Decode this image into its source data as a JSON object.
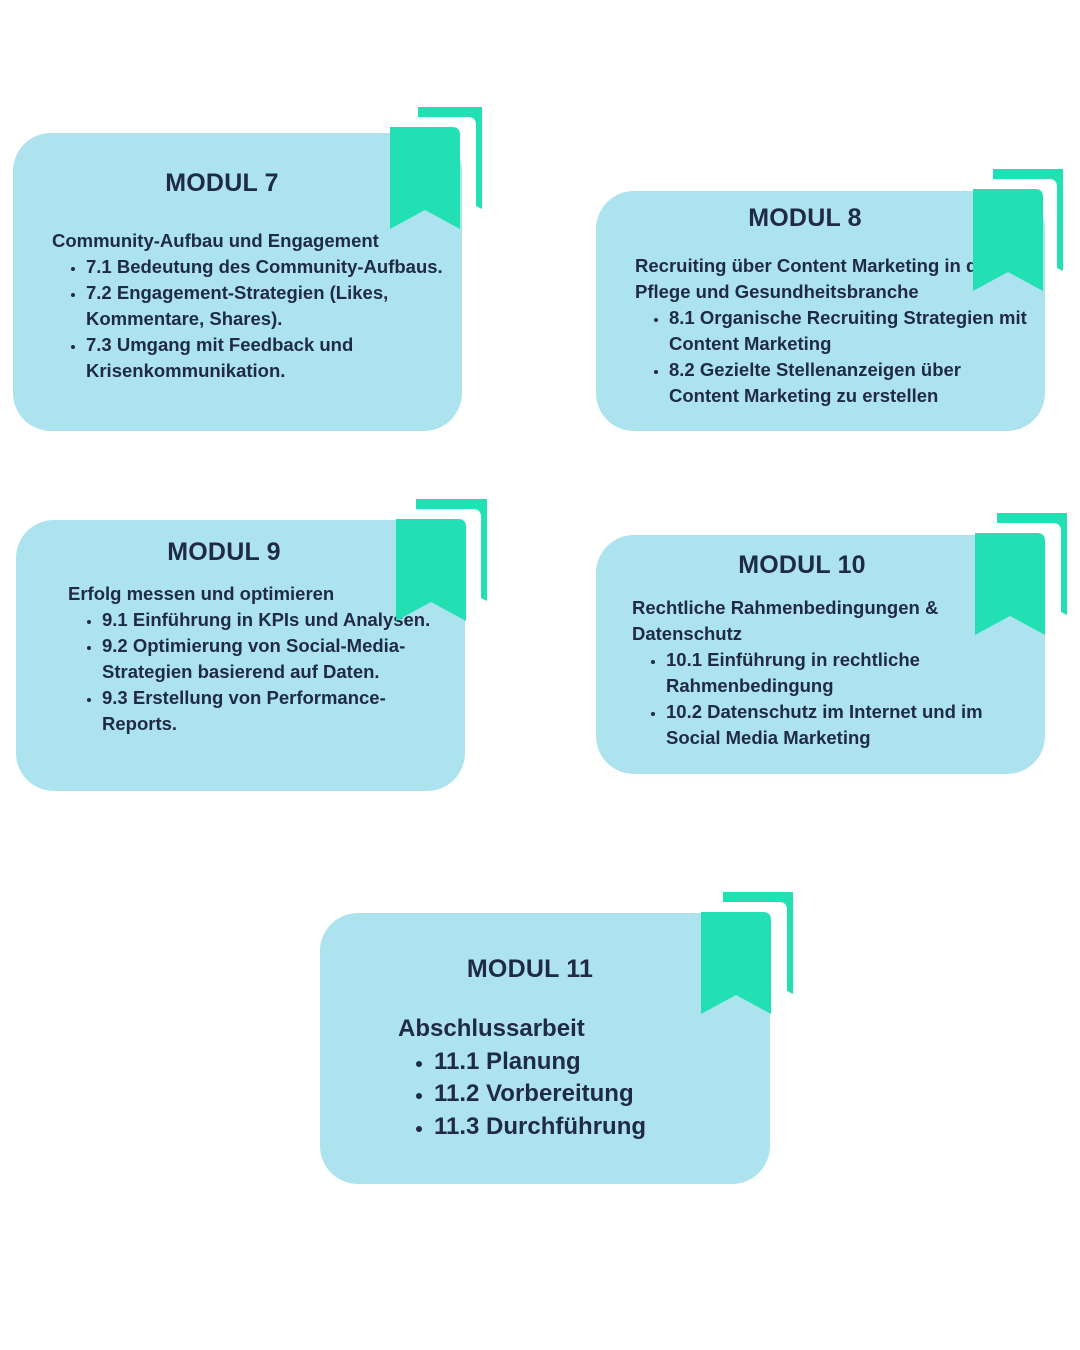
{
  "colors": {
    "background": "#ffffff",
    "card": "#ade3ee",
    "bookmark": "#22e0b4",
    "text": "#1f2a44"
  },
  "modules": [
    {
      "title": "MODUL 7",
      "subtitle": "Community-Aufbau und Engagement",
      "items": [
        "7.1 Bedeutung des Community-Aufbaus.",
        "7.2 Engagement-Strategien (Likes, Kommentare, Shares).",
        "7.3 Umgang mit Feedback und Krisenkommunikation."
      ]
    },
    {
      "title": "MODUL 8",
      "subtitle": "Recruiting über Content Marketing in der Pflege und Gesundheitsbranche",
      "items": [
        "8.1 Organische Recruiting Strategien mit Content Marketing",
        "8.2 Gezielte Stellenanzeigen über Content Marketing zu erstellen"
      ]
    },
    {
      "title": "MODUL 9",
      "subtitle": "Erfolg messen und optimieren",
      "items": [
        "9.1 Einführung in KPIs und Analysen.",
        "9.2 Optimierung von Social-Media-Strategien basierend auf Daten.",
        "9.3 Erstellung von Performance-Reports."
      ]
    },
    {
      "title": "MODUL 10",
      "subtitle": "Rechtliche Rahmenbedingungen & Datenschutz",
      "items": [
        "10.1 Einführung in rechtliche Rahmenbedingung",
        "10.2 Datenschutz im Internet und im Social Media Marketing"
      ]
    },
    {
      "title": "MODUL 11",
      "subtitle": "Abschlussarbeit",
      "items": [
        "11.1 Planung",
        "11.2 Vorbereitung",
        "11.3 Durchführung"
      ]
    }
  ],
  "icons": {
    "bookmark": "bookmark-icon"
  }
}
